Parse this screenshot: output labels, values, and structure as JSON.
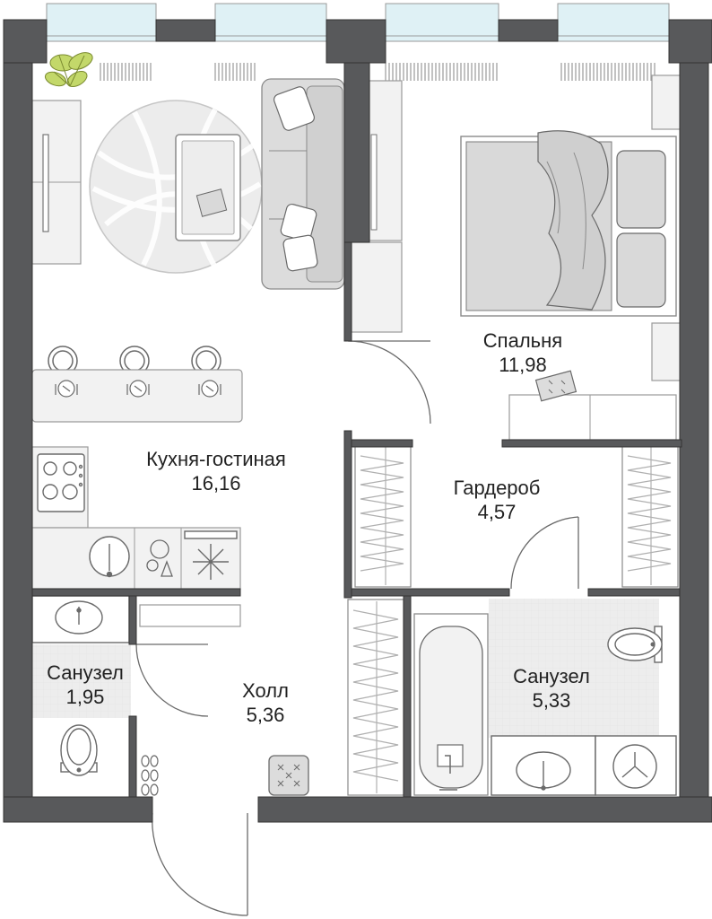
{
  "colors": {
    "wall": "#58595b",
    "furniture_fill": "#f2f2f2",
    "furniture_stroke": "#9a9a9a",
    "textile": "#d9d9d9",
    "window_glass": "#dff1f5",
    "plant": "#c3d86a",
    "floor_tile": "#ededed",
    "text": "#222222"
  },
  "rooms": {
    "kitchen": {
      "name": "Кухня-гостиная",
      "area": "16,16"
    },
    "bedroom": {
      "name": "Спальня",
      "area": "11,98"
    },
    "wardrobe": {
      "name": "Гардероб",
      "area": "4,57"
    },
    "bath_small": {
      "name": "Санузел",
      "area": "1,95"
    },
    "hall": {
      "name": "Холл",
      "area": "5,36"
    },
    "bath_large": {
      "name": "Санузел",
      "area": "5,33"
    }
  },
  "icons": {
    "plant": "plant-icon",
    "stove": "stove-icon",
    "sink": "sink-icon",
    "washer": "washing-machine-icon",
    "toilet": "toilet-icon",
    "bathtub": "bathtub-icon",
    "shoes": "shoes-icon"
  }
}
